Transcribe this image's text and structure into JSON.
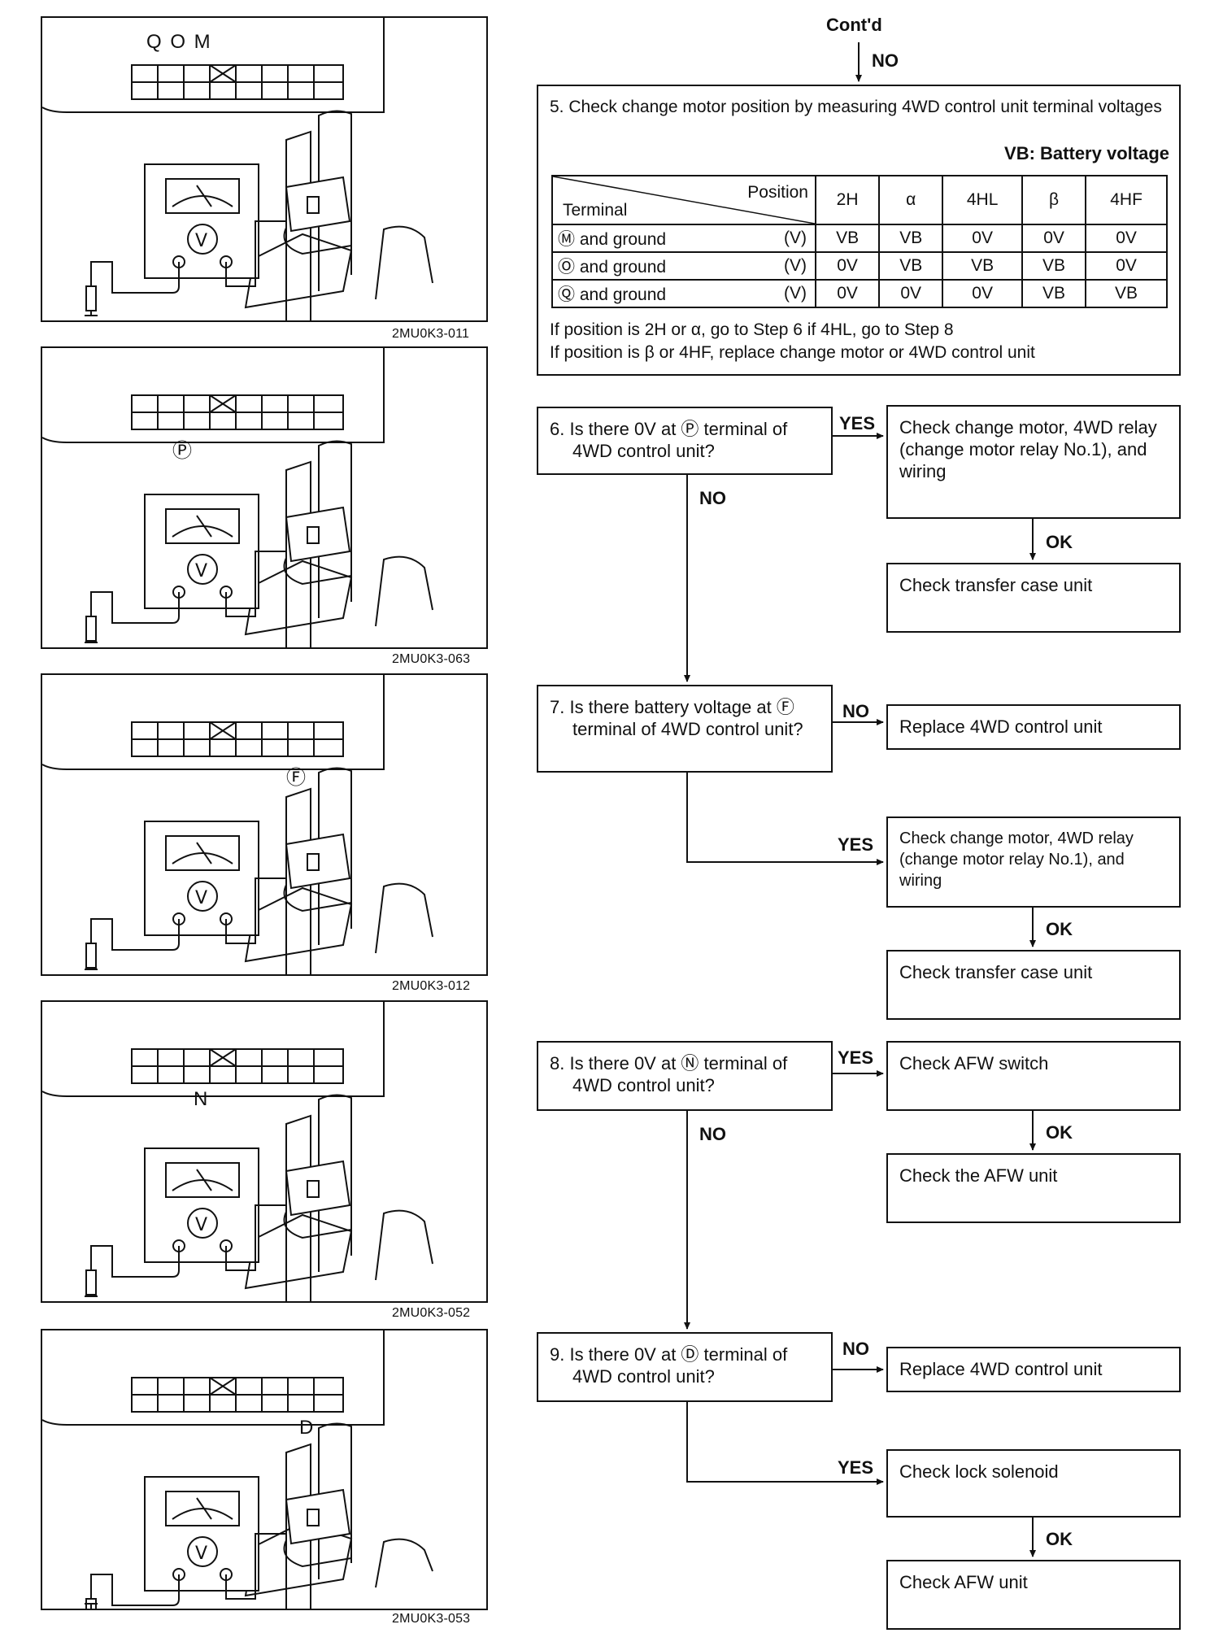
{
  "header": {
    "contd": "Cont'd",
    "no_label": "NO"
  },
  "illustrations": [
    {
      "caption": "2MU0K3-011",
      "letters": "Q  O  M",
      "terminal_label": ""
    },
    {
      "caption": "2MU0K3-063",
      "letters": "",
      "terminal_label": "Ⓟ"
    },
    {
      "caption": "2MU0K3-012",
      "letters": "",
      "terminal_label": "Ⓕ"
    },
    {
      "caption": "2MU0K3-052",
      "letters": "",
      "terminal_label": "N"
    },
    {
      "caption": "2MU0K3-053",
      "letters": "",
      "terminal_label": "D"
    }
  ],
  "step5": {
    "title": "5. Check change motor position by measuring 4WD control unit terminal voltages",
    "vb_note": "VB: Battery voltage",
    "table": {
      "header_position": "Position",
      "header_terminal": "Terminal",
      "columns": [
        "2H",
        "α",
        "4HL",
        "β",
        "4HF"
      ],
      "rows": [
        {
          "terminal": "Ⓜ and ground",
          "unit": "(V)",
          "values": [
            "VB",
            "VB",
            "0V",
            "0V",
            "0V"
          ]
        },
        {
          "terminal": "Ⓞ and ground",
          "unit": "(V)",
          "values": [
            "0V",
            "VB",
            "VB",
            "VB",
            "0V"
          ]
        },
        {
          "terminal": "Ⓠ and ground",
          "unit": "(V)",
          "values": [
            "0V",
            "0V",
            "0V",
            "VB",
            "VB"
          ]
        }
      ]
    },
    "note1": "If position is 2H or α, go to Step 6 if 4HL, go to Step 8",
    "note2": "If position is β or 4HF, replace change motor or 4WD control unit"
  },
  "step6": {
    "question": "6. Is there 0V at Ⓟ terminal of 4WD control unit?",
    "yes_label": "YES",
    "no_label": "NO",
    "ok_label": "OK",
    "yes_action": "Check change motor, 4WD relay (change motor relay No.1), and wiring",
    "ok_action": "Check transfer case unit"
  },
  "step7": {
    "question": "7. Is there battery voltage at Ⓕ terminal of 4WD control unit?",
    "no_label": "NO",
    "yes_label": "YES",
    "ok_label": "OK",
    "no_action": "Replace 4WD control unit",
    "yes_action": "Check change motor, 4WD relay (change motor relay No.1), and wiring",
    "ok_action": "Check transfer case unit"
  },
  "step8": {
    "question": "8. Is there 0V at Ⓝ terminal of 4WD control unit?",
    "yes_label": "YES",
    "no_label": "NO",
    "ok_label": "OK",
    "yes_action": "Check AFW switch",
    "ok_action": "Check the AFW unit"
  },
  "step9": {
    "question": "9. Is there 0V at Ⓓ terminal of 4WD control unit?",
    "no_label": "NO",
    "yes_label": "YES",
    "ok_label": "OK",
    "no_action": "Replace 4WD control unit",
    "yes_action": "Check lock solenoid",
    "ok_action": "Check AFW unit"
  }
}
